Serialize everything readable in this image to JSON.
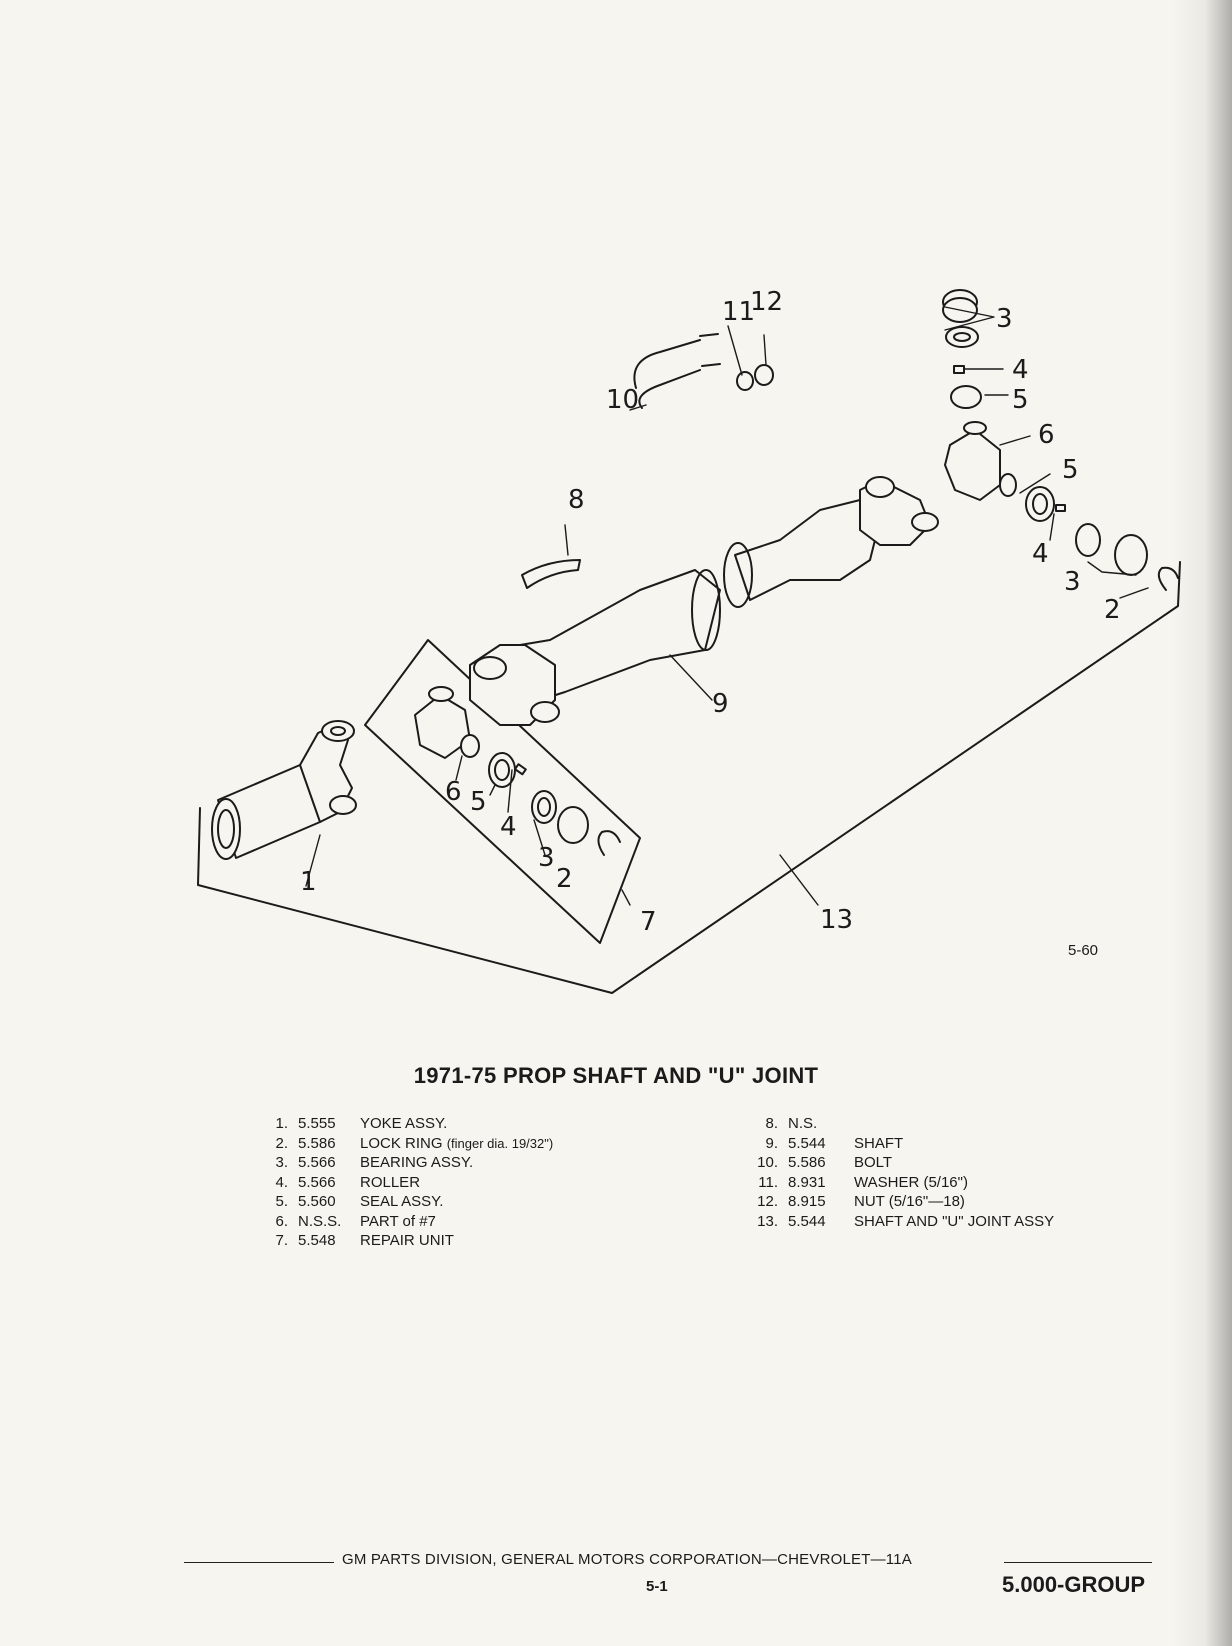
{
  "figure": {
    "callouts": [
      "1",
      "2",
      "3",
      "4",
      "5",
      "6",
      "7",
      "8",
      "9",
      "10",
      "11",
      "12",
      "13"
    ],
    "figure_id": "5-60"
  },
  "title": "1971-75 PROP SHAFT AND \"U\" JOINT",
  "parts_left": [
    {
      "num": "1.",
      "code": "5.555",
      "desc": "YOKE ASSY.",
      "note": ""
    },
    {
      "num": "2.",
      "code": "5.586",
      "desc": "LOCK RING",
      "note": "(finger dia. 19/32\")"
    },
    {
      "num": "3.",
      "code": "5.566",
      "desc": "BEARING ASSY.",
      "note": ""
    },
    {
      "num": "4.",
      "code": "5.566",
      "desc": "ROLLER",
      "note": ""
    },
    {
      "num": "5.",
      "code": "5.560",
      "desc": "SEAL ASSY.",
      "note": ""
    },
    {
      "num": "6.",
      "code": "N.S.S.",
      "desc": "PART of #7",
      "note": ""
    },
    {
      "num": "7.",
      "code": "5.548",
      "desc": "REPAIR UNIT",
      "note": ""
    }
  ],
  "parts_right": [
    {
      "num": "8.",
      "code": "N.S.",
      "desc": ""
    },
    {
      "num": "9.",
      "code": "5.544",
      "desc": "SHAFT"
    },
    {
      "num": "10.",
      "code": "5.586",
      "desc": "BOLT"
    },
    {
      "num": "11.",
      "code": "8.931",
      "desc": "WASHER (5/16\")"
    },
    {
      "num": "12.",
      "code": "8.915",
      "desc": "NUT (5/16\"—18)"
    },
    {
      "num": "13.",
      "code": "5.544",
      "desc": "SHAFT AND \"U\" JOINT ASSY"
    }
  ],
  "footer": {
    "text": "GM PARTS DIVISION, GENERAL MOTORS CORPORATION—CHEVROLET—11A",
    "page": "5-1",
    "group": "5.000-GROUP"
  }
}
